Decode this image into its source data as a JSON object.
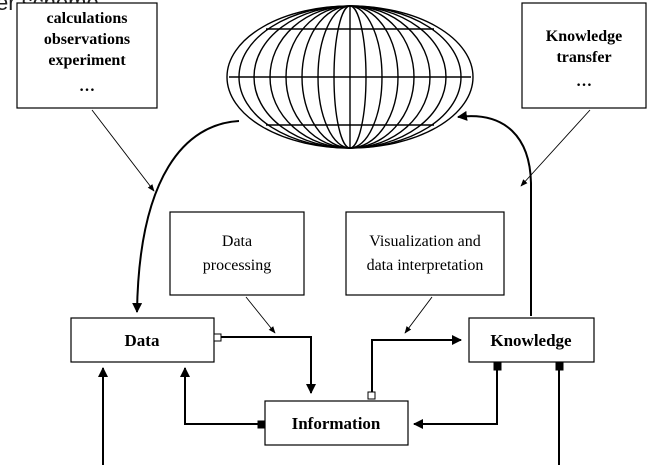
{
  "header": {
    "partial_title": "er scheme"
  },
  "boxes": {
    "sources": {
      "lines": [
        "calculations",
        "observations",
        "experiment",
        "…"
      ]
    },
    "knowledge_transfer": {
      "lines": [
        "Knowledge",
        "transfer",
        "…"
      ]
    },
    "data_processing": {
      "lines": [
        "Data",
        "processing"
      ]
    },
    "visualization": {
      "lines": [
        "Visualization and",
        "data interpretation"
      ]
    },
    "data": {
      "label": "Data"
    },
    "knowledge": {
      "label": "Knowledge"
    },
    "information": {
      "label": "Information"
    }
  }
}
